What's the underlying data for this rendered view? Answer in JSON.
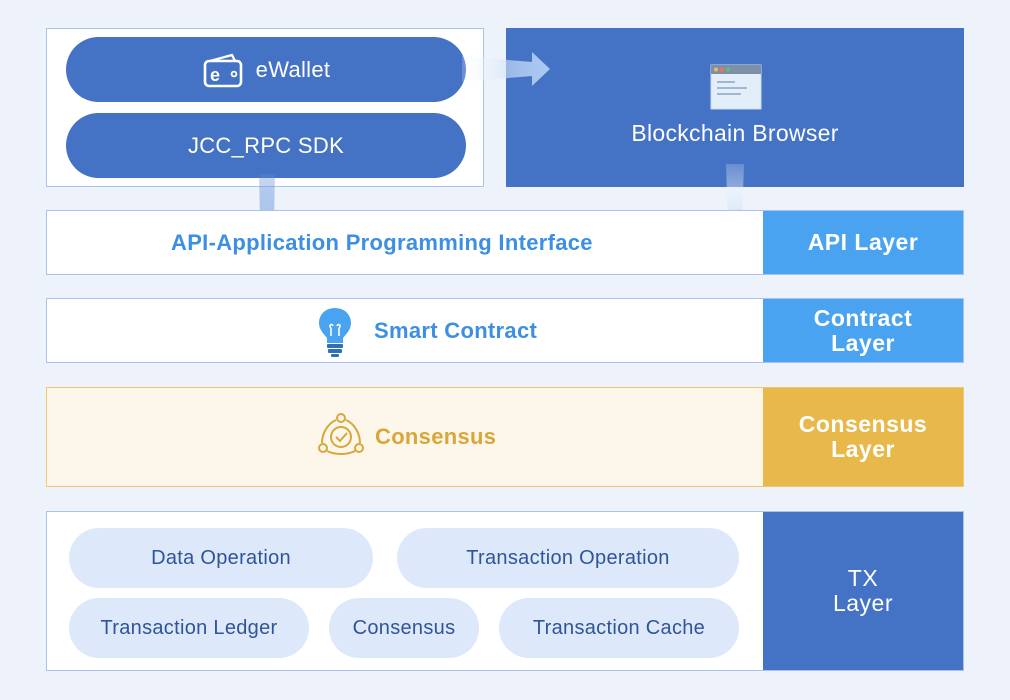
{
  "top": {
    "ewallet_label": "eWallet",
    "sdk_label": "JCC_RPC SDK",
    "browser_label": "Blockchain Browser"
  },
  "api": {
    "text": "API-Application Programming Interface",
    "layer_label": "API Layer"
  },
  "contract": {
    "text": "Smart Contract",
    "layer_label": "Contract Layer"
  },
  "consensus": {
    "text": "Consensus",
    "layer_label": "Consensus Layer"
  },
  "tx": {
    "layer_label": "TX Layer",
    "items": [
      "Data Operation",
      "Transaction Operation",
      "Transaction Ledger",
      "Consensus",
      "Transaction Cache"
    ]
  },
  "colors": {
    "dark_blue": "#4472c4",
    "light_blue": "#4aa3f0",
    "gold": "#e8b84a",
    "cream": "#fdf6ea",
    "pill_bg": "#dde9fa"
  },
  "icons": [
    "wallet-icon",
    "browser-window-icon",
    "lightbulb-icon",
    "consensus-network-icon"
  ]
}
